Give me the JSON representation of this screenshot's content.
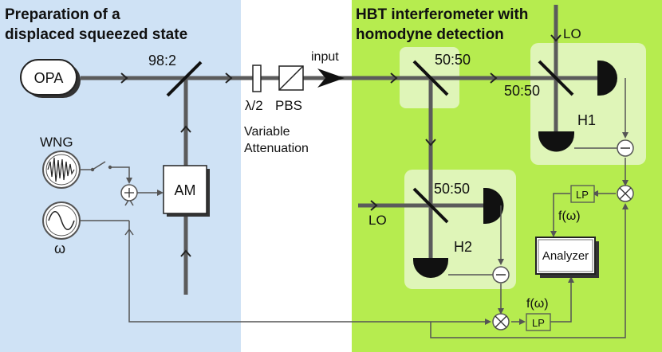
{
  "panels": {
    "left_title_line1": "Preparation of a",
    "left_title_line2": "displaced squeezed state",
    "right_title_line1": "HBT interferometer with",
    "right_title_line2": "homodyne detection"
  },
  "labels": {
    "opa": "OPA",
    "ratio_98_2": "98:2",
    "lambda_half": "λ/2",
    "pbs": "PBS",
    "variable": "Variable",
    "attenuation": "Attenuation",
    "input": "input",
    "wng": "WNG",
    "omega": "ω",
    "am": "AM",
    "bs1": "50:50",
    "bs2": "50:50",
    "bs3": "50:50",
    "lo_top": "LO",
    "lo_left": "LO",
    "h1": "H1",
    "h2": "H2",
    "lp_top": "LP",
    "lp_bottom": "LP",
    "f_omega_top": "f(ω)",
    "f_omega_bottom": "f(ω)",
    "analyzer": "Analyzer"
  },
  "colors": {
    "left_panel": "#cfe2f5",
    "right_panel": "#b6ec4f",
    "highlight_box": "#dff5b8",
    "beam": "#5b5b5b",
    "signal": "#555555"
  }
}
